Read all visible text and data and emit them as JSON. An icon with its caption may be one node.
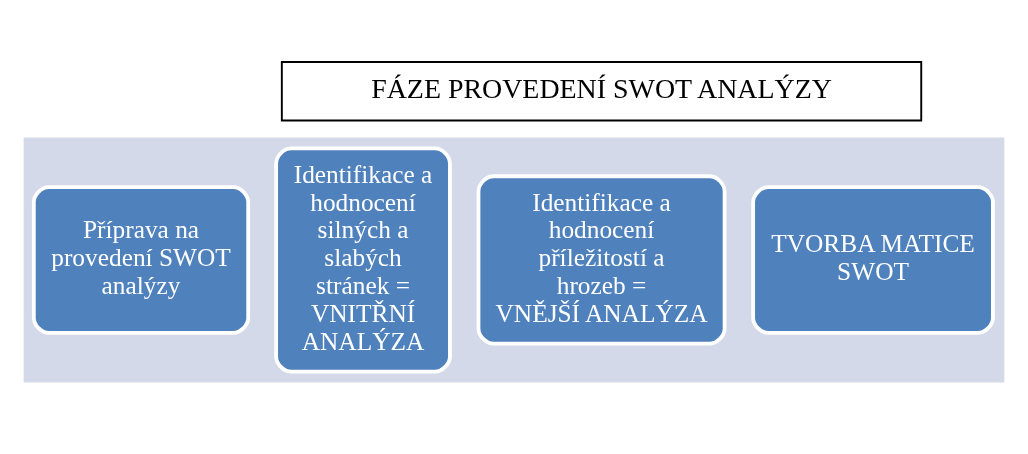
{
  "diagram": {
    "nodes": [
      {
        "text": [
          "FÁZE PROVEDENÍ SWOT ANALÝZY"
        ]
      },
      {
        "text": [],
        "shape": "arrow"
      },
      {
        "text": [
          "Příprava na provedení SWOT analýzy"
        ],
        "in": 1
      },
      {
        "text": [
          "Identifikace a hodnocení silných a slabých stránek = VNITŘNÍ ANALÝZA"
        ],
        "in": 1
      },
      {
        "text": [
          "Identifikace a hodnocení příležitostí a hrozeb = VNĚJŠÍ ANALÝZA"
        ],
        "in": 1
      },
      {
        "text": [
          "TVORBA MATICE SWOT"
        ],
        "in": 1
      }
    ],
    "edges": []
  }
}
